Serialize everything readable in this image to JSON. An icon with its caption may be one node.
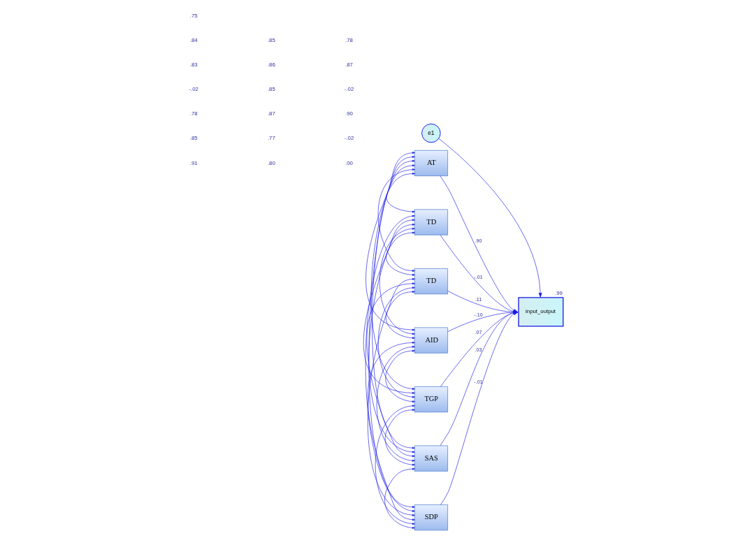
{
  "diagram": {
    "nodes": [
      {
        "text": [
          "AT"
        ]
      },
      {
        "text": [
          "TD"
        ]
      },
      {
        "text": [
          "TD"
        ]
      },
      {
        "text": [
          "AID"
        ]
      },
      {
        "text": [
          "TGP"
        ]
      },
      {
        "text": [
          "SAS"
        ]
      },
      {
        "text": [
          "SDP"
        ]
      },
      {
        "text": [
          "e1"
        ]
      },
      {
        "text": [
          "input_output"
        ],
        "beside": [
          ".99"
        ]
      }
    ],
    "edges": [
      {
        "from": 0,
        "to": 8,
        "arrow": "to",
        "label": ".90"
      },
      {
        "from": 1,
        "to": 8,
        "arrow": "to",
        "label": "-.01"
      },
      {
        "from": 2,
        "to": 8,
        "arrow": "to",
        "label": ".11"
      },
      {
        "from": 3,
        "to": 8,
        "arrow": "to",
        "label": "-.10"
      },
      {
        "from": 4,
        "to": 8,
        "arrow": "to",
        "label": ".07"
      },
      {
        "from": 5,
        "to": 8,
        "arrow": "to",
        "label": ".03"
      },
      {
        "from": 6,
        "to": 8,
        "arrow": "to",
        "label": "-.01"
      },
      {
        "from": 7,
        "to": 8,
        "arrow": "to"
      },
      {
        "from": 0,
        "to": 1,
        "arrow": "both"
      },
      {
        "from": 0,
        "to": 2,
        "arrow": "both"
      },
      {
        "from": 0,
        "to": 3,
        "arrow": "both"
      },
      {
        "from": 0,
        "to": 4,
        "arrow": "both"
      },
      {
        "from": 0,
        "to": 5,
        "arrow": "both"
      },
      {
        "from": 0,
        "to": 6,
        "arrow": "both"
      },
      {
        "from": 1,
        "to": 2,
        "arrow": "both"
      },
      {
        "from": 1,
        "to": 3,
        "arrow": "both"
      },
      {
        "from": 1,
        "to": 4,
        "arrow": "both"
      },
      {
        "from": 1,
        "to": 5,
        "arrow": "both"
      },
      {
        "from": 1,
        "to": 6,
        "arrow": "both"
      },
      {
        "from": 2,
        "to": 3,
        "arrow": "both"
      },
      {
        "from": 2,
        "to": 4,
        "arrow": "both"
      },
      {
        "from": 2,
        "to": 5,
        "arrow": "both"
      },
      {
        "from": 2,
        "to": 6,
        "arrow": "both"
      },
      {
        "from": 3,
        "to": 4,
        "arrow": "both"
      },
      {
        "from": 3,
        "to": 5,
        "arrow": "both"
      },
      {
        "from": 3,
        "to": 6,
        "arrow": "both"
      },
      {
        "from": 4,
        "to": 5,
        "arrow": "both"
      },
      {
        "from": 4,
        "to": 6,
        "arrow": "both"
      },
      {
        "from": 5,
        "to": 6,
        "arrow": "both"
      }
    ],
    "labels": [
      ".91",
      ".80",
      ".00",
      ".85",
      ".77",
      "-.02",
      ".78",
      ".87",
      ".90",
      "-.02",
      ".85",
      "-.02",
      ".83",
      ".86",
      ".87",
      ".84",
      ".85",
      ".78",
      ".75"
    ]
  }
}
